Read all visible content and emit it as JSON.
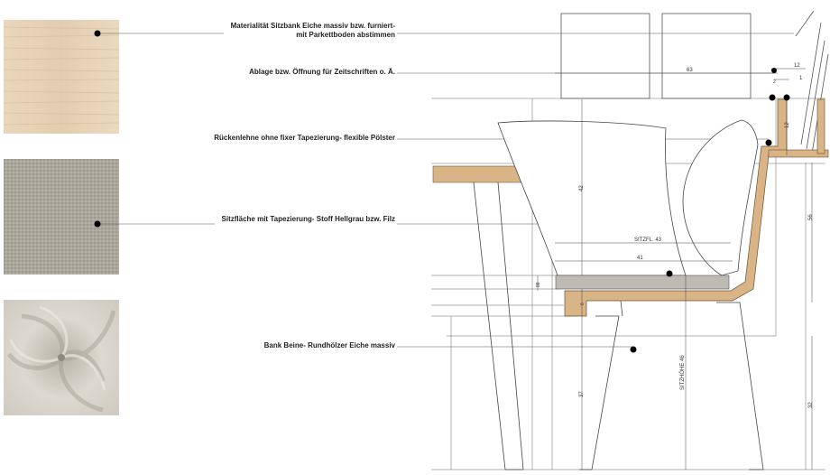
{
  "materials": [
    {
      "id": "wood",
      "label_lines": [
        "Materialität Sitzbank Eiche massiv bzw. furniert-",
        "mit Parkettboden abstimmen"
      ]
    },
    {
      "id": "shelf",
      "label_lines": [
        "Ablage bzw. Öffnung für Zeitschriften o. Ä."
      ]
    },
    {
      "id": "cushion",
      "label_lines": [
        "Rückenlehne ohne fixer Tapezierung- flexible Pölster"
      ]
    },
    {
      "id": "seat",
      "label_lines": [
        "Sitzfläche mit Tapezierung- Stoff Hellgrau bzw. Filz"
      ]
    },
    {
      "id": "legs",
      "label_lines": [
        "Bank Beine- Rundhölzer  Eiche massiv"
      ]
    }
  ],
  "dimensions": {
    "d63": "63",
    "d12a": "12",
    "d1": "1",
    "d2": "2",
    "d12b": "12",
    "d42": "42",
    "sitzt": "SITZFL. 43",
    "d41": "41",
    "d88": "88",
    "d6": "6",
    "sitzhoehe": "SITZHÖHE 46",
    "d37": "37",
    "d56": "56",
    "d32": "32"
  },
  "colors": {
    "wood_light": "#e8d4b8",
    "felt_grey": "#a8a59a",
    "fabric": "#d9d5cc",
    "bench_oak": "#d9b486",
    "seat_pad": "#bdbab2"
  }
}
